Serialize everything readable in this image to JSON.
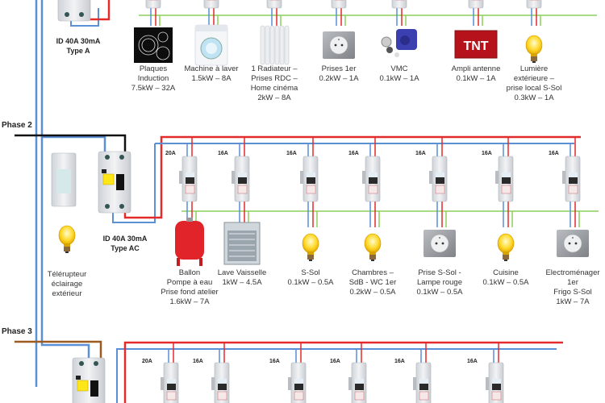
{
  "colors": {
    "neutral": "#5b8fd6",
    "live": "#e32b2b",
    "earth": "#8ccf5a",
    "phase2": "#111111",
    "phase3": "#9a5a20"
  },
  "phases": [
    {
      "label": "Phase 2"
    },
    {
      "label": "Phase 3"
    }
  ],
  "rcds": [
    {
      "label": "ID 40A 30mA\nType A"
    },
    {
      "label": "ID 40A 30mA\nType AC"
    }
  ],
  "relay": {
    "label": "Télérupteur\néclairage\nextérieur",
    "icon": "bulb-icon"
  },
  "row1": {
    "circuits": [
      {
        "icon": "induction-hob-icon",
        "label": "Plaques\nInduction\n7.5kW – 32A"
      },
      {
        "icon": "washing-machine-icon",
        "label": "Machine à laver\n1.5kW – 8A"
      },
      {
        "icon": "radiator-icon",
        "label": "1 Radiateur –\nPrises RDC –\nHome cinéma\n2kW – 8A"
      },
      {
        "icon": "socket-icon",
        "label": "Prises 1er\n0.2kW – 1A"
      },
      {
        "icon": "ventilation-icon",
        "label": "VMC\n0.1kW – 1A"
      },
      {
        "icon": "tnt-antenna-icon",
        "label": "Ampli antenne\n0.1kW – 1A",
        "badge": "TNT"
      },
      {
        "icon": "bulb-icon",
        "label": "Lumière\nextérieure –\nprise local S-Sol\n0.3kW – 1A"
      }
    ]
  },
  "row2": {
    "circuits": [
      {
        "rating": "20A",
        "icon": "water-heater-icon",
        "label": "Ballon\nPompe à eau\nPrise fond atelier\n1.6kW – 7A"
      },
      {
        "rating": "16A",
        "icon": "dishwasher-icon",
        "label": "Lave Vaisselle\n1kW – 4.5A"
      },
      {
        "rating": "16A",
        "icon": "bulb-icon",
        "label": "S-Sol\n0.1kW – 0.5A"
      },
      {
        "rating": "16A",
        "icon": "bulb-icon",
        "label": "Chambres –\nSdB - WC 1er\n0.2kW – 0.5A"
      },
      {
        "rating": "16A",
        "icon": "socket-icon",
        "label": "Prise S-Sol -\nLampe rouge\n0.1kW – 0.5A"
      },
      {
        "rating": "16A",
        "icon": "bulb-icon",
        "label": "Cuisine\n0.1kW – 0.5A"
      },
      {
        "rating": "16A",
        "icon": "socket-icon",
        "label": "Electroménager\n1er\nFrigo S-Sol\n1kW – 7A"
      }
    ]
  },
  "row3": {
    "circuits": [
      {
        "rating": "20A"
      },
      {
        "rating": "16A"
      },
      {
        "rating": "16A"
      },
      {
        "rating": "16A"
      },
      {
        "rating": "16A"
      },
      {
        "rating": "16A"
      }
    ]
  }
}
